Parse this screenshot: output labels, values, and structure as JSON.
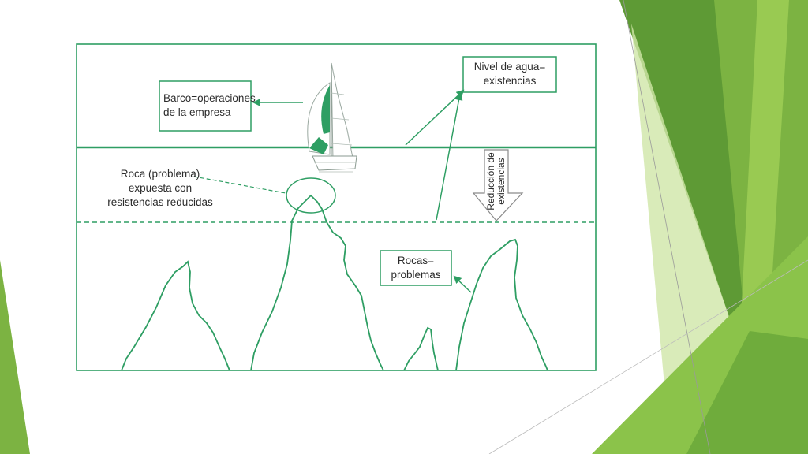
{
  "diagram": {
    "barco_label_line1": "Barco=operaciones",
    "barco_label_line2": "de la empresa",
    "nivel_label_line1": "Nivel de agua=",
    "nivel_label_line2": "existencias",
    "roca_label_line1": "Roca (problema)",
    "roca_label_line2": "expuesta con",
    "roca_label_line3": "resistencias reducidas",
    "rocas_label_line1": "Rocas=",
    "rocas_label_line2": "problemas",
    "reduccion_label_line1": "Reducción de",
    "reduccion_label_line2": "existencias"
  },
  "colors": {
    "diagram_green": "#2e9e63",
    "label_text": "#2b2b2b",
    "slide_green_dark": "#5a9a2e",
    "slide_green_mid": "#7cb342",
    "slide_green_light": "#a8d468"
  },
  "icons": [
    "sailboat-icon",
    "down-arrow-icon"
  ]
}
